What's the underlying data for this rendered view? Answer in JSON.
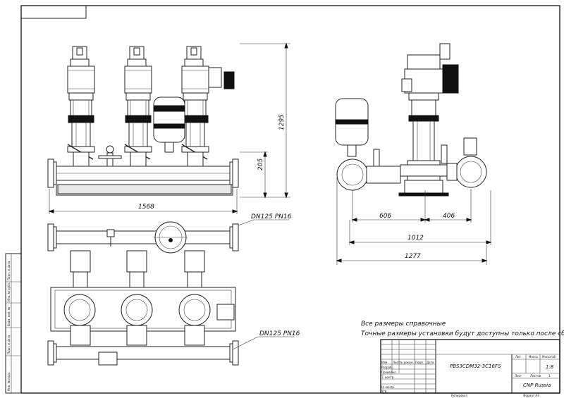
{
  "dimensions": {
    "height_overall": "1295",
    "height_collector": "205",
    "width_front": "1568",
    "side_left": "606",
    "side_right": "406",
    "side_mid": "1012",
    "side_total": "1277"
  },
  "callouts": {
    "collector_top": "DN125 PN16",
    "collector_bottom": "DN125 PN16"
  },
  "notes": {
    "line1": "Все размеры справочные",
    "line2": "Точные размеры установки будут доступны только после сборки."
  },
  "title_block": {
    "designation": "PBS3CDM32-3C16FS",
    "col_lit": "Лит",
    "col_mass": "Масса",
    "col_scale": "Масштаб",
    "scale_value": "1:8",
    "sheet_label": "Лист",
    "sheets_label": "Листов",
    "sheets_value": "1",
    "company": "CNP Russia",
    "row_izm": "Изм",
    "row_list": "Лист",
    "row_doc": "№ докум.",
    "row_sign": "Подп.",
    "row_date": "Дата",
    "row_razrab": "Разраб.",
    "row_prov": "Провeрил",
    "row_tkontr": "Т. контр.",
    "row_nkontr": "Н. контр.",
    "row_utv": "Утв.",
    "copied": "Копировал",
    "format": "Формат A3"
  },
  "side_stamps": {
    "s1": "Подп. и дата",
    "s2": "Инв. № дубл.",
    "s3": "Взам. инв. №",
    "s4": "Подп. и дата",
    "s5": "Инв. № подл."
  }
}
